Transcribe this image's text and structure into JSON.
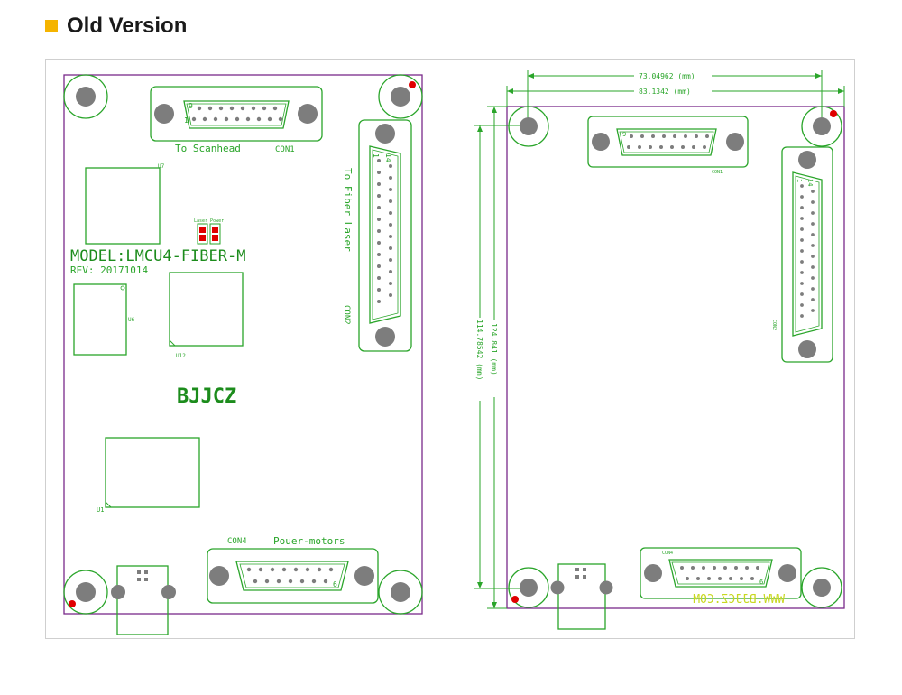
{
  "header": {
    "title": "Old Version",
    "accent_color": "#f5b400"
  },
  "colors": {
    "silk": "#2aa52a",
    "outline": "#7a2a8a",
    "hole": "#7d7d7d",
    "marker": "#e00000",
    "watermark": "#c8d820"
  },
  "left_board": {
    "con1_label": "To Scanhead",
    "con1_name": "CON1",
    "con1_pin_a": "9",
    "con1_pin_b": "1",
    "con2_label": "To Fiber Laser",
    "con2_name": "CON2",
    "con2_pin_a": "1",
    "con2_pin_b": "14",
    "u7": "U7",
    "leds_label": "Laser Power",
    "model": "MODEL:LMCU4-FIBER-M",
    "rev": "REV: 20171014",
    "u6": "U6",
    "u12": "U12",
    "brand": "BJJCZ",
    "u1": "U1",
    "con4_name": "CON4",
    "con4_label": "Pouer-motors",
    "con4_pin": "6"
  },
  "right_board": {
    "dim_width_inner": "73.04962 (mm)",
    "dim_width_outer": "83.1342 (mm)",
    "dim_height_inner": "114.78542 (mm)",
    "dim_height_outer": "124.841 (mm)",
    "con1_name": "CON1",
    "con1_pin": "9",
    "con2_name": "CON2",
    "con2_pin_a": "1",
    "con2_pin_b": "14",
    "con4_name": "CON4",
    "con4_pin": "6",
    "watermark": "WWW.BJJCZ.COM"
  }
}
